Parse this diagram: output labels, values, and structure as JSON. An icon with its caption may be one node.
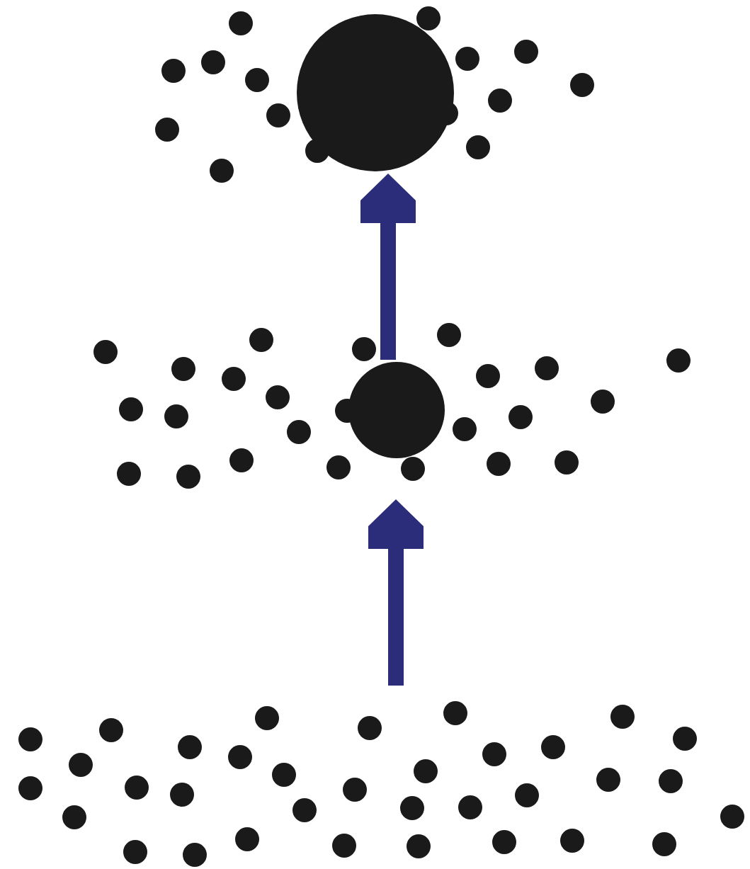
{
  "diagram": {
    "nodes": [
      {
        "text": [],
        "shape": "circle"
      },
      {
        "text": [],
        "shape": "circle"
      }
    ],
    "edges": [
      {
        "from": 1,
        "to": 0,
        "arrow": "to"
      },
      {
        "from": null,
        "to": 1,
        "arrow": "to"
      }
    ]
  }
}
